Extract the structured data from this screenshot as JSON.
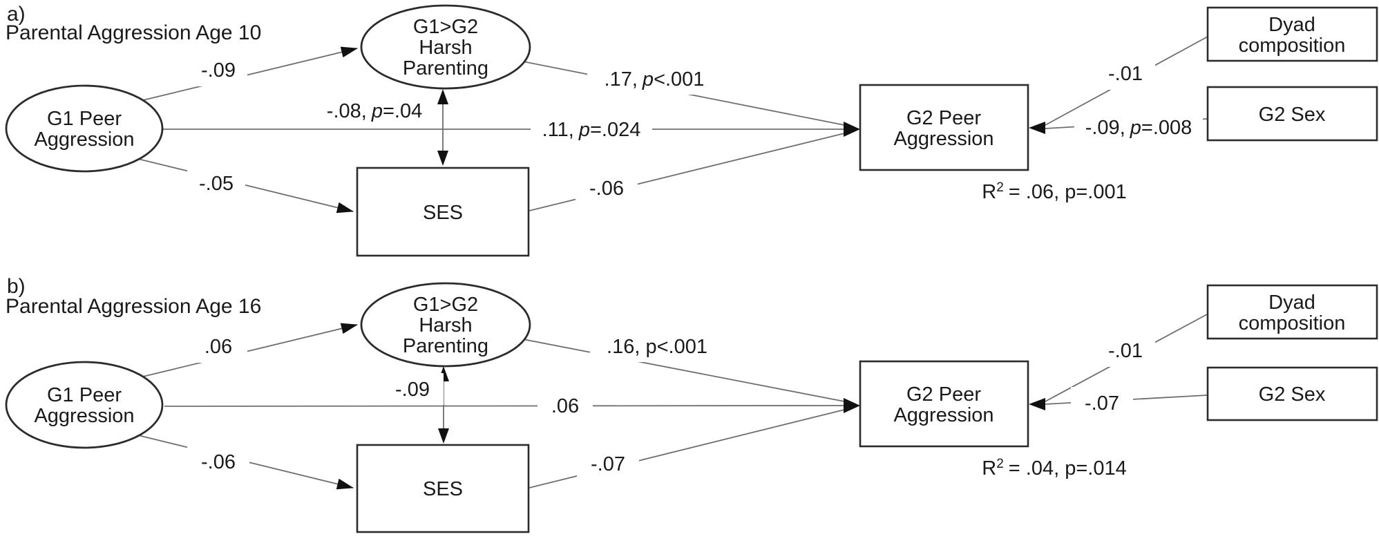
{
  "figure": {
    "background_color": "#ffffff",
    "line_color": "#6e6e6e",
    "shape_stroke_color": "#2b2b2b",
    "text_color": "#1a1a1a",
    "arrowhead_color": "#111111"
  },
  "a": {
    "panel_label": "a)",
    "subtitle": "Parental Aggression Age 10",
    "g1_line1": "G1 Peer",
    "g1_line2": "Aggression",
    "harsh_line1": "G1>G2",
    "harsh_line2": "Harsh",
    "harsh_line3": "Parenting",
    "ses": "SES",
    "g2_line1": "G2 Peer",
    "g2_line2": "Aggression",
    "dyad_line1": "Dyad",
    "dyad_line2": "composition",
    "sex": "G2 Sex",
    "coef_g1_harsh": "-.09",
    "cov_pre": "-.08,",
    "cov_p": "p",
    "cov_post": "=.04",
    "coef_harsh_g2_pre": ".17,",
    "coef_harsh_g2_p": "p",
    "coef_harsh_g2_post": "<.001",
    "coef_direct_pre": ".11,",
    "coef_direct_p": "p",
    "coef_direct_post": "=.024",
    "coef_g1_ses": "-.05",
    "coef_ses_g2": "-.06",
    "coef_dyad": "-.01",
    "coef_sex_pre": "-.09,",
    "coef_sex_p": "p",
    "coef_sex_post": "=.008",
    "r2_base": "R",
    "r2_sup": "2",
    "r2_rest": "= .06, p=.001"
  },
  "b": {
    "panel_label": "b)",
    "subtitle": "Parental Aggression Age 16",
    "g1_line1": "G1 Peer",
    "g1_line2": "Aggression",
    "harsh_line1": "G1>G2",
    "harsh_line2": "Harsh",
    "harsh_line3": "Parenting",
    "ses": "SES",
    "g2_line1": "G2 Peer",
    "g2_line2": "Aggression",
    "dyad_line1": "Dyad",
    "dyad_line2": "composition",
    "sex": "G2 Sex",
    "coef_g1_harsh": ".06",
    "cov": "-.09",
    "coef_harsh_g2": ".16, p<.001",
    "coef_direct": ".06",
    "coef_g1_ses": "-.06",
    "coef_ses_g2": "-.07",
    "coef_dyad": "-.01",
    "coef_sex": "-.07",
    "r2_base": "R",
    "r2_sup": "2",
    "r2_rest": "= .04, p=.014"
  }
}
